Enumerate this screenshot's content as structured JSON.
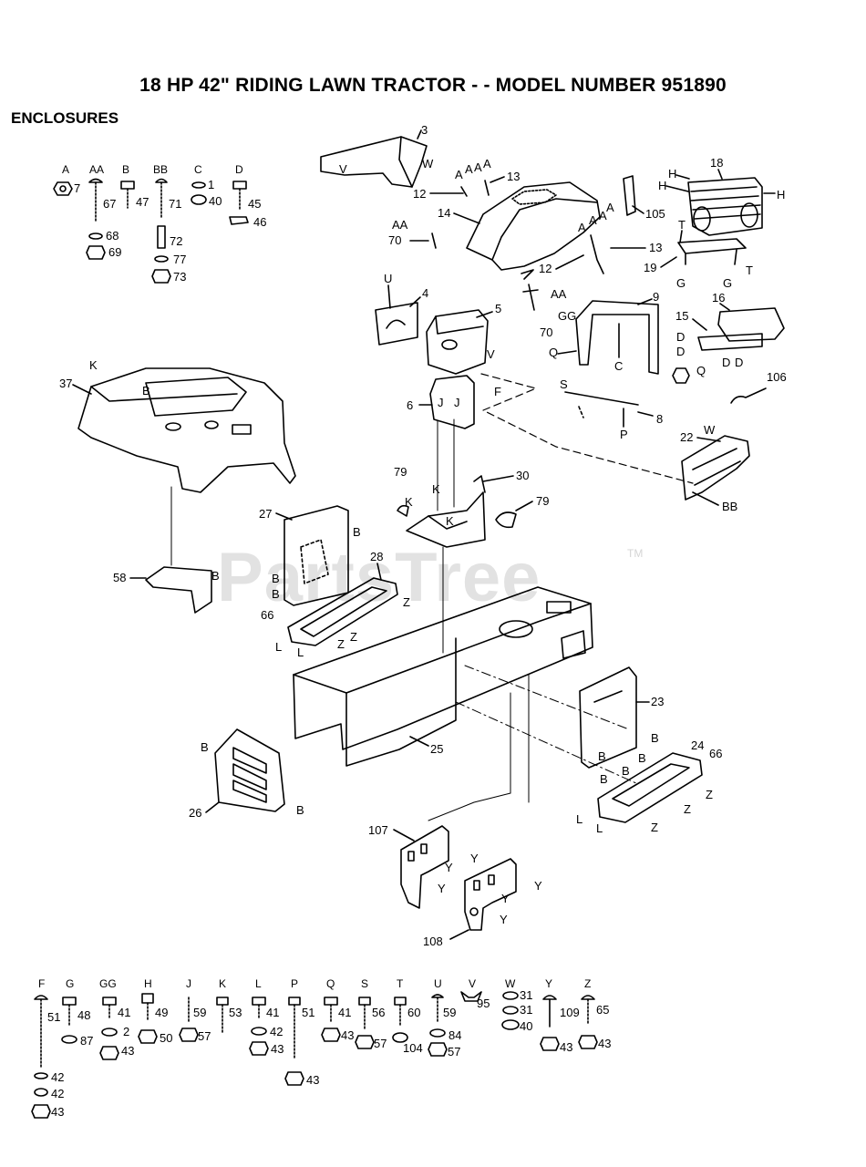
{
  "title": "18 HP 42\" RIDING LAWN TRACTOR - - MODEL NUMBER 951890",
  "subtitle": "ENCLOSURES",
  "watermark": "PartsTree",
  "watermark_mark": "TM",
  "top_hardware": [
    {
      "letter": "A",
      "parts": [
        "7"
      ]
    },
    {
      "letter": "AA",
      "parts": [
        "67",
        "68",
        "69"
      ]
    },
    {
      "letter": "B",
      "parts": [
        "47"
      ]
    },
    {
      "letter": "BB",
      "parts": [
        "71",
        "72",
        "77",
        "73"
      ]
    },
    {
      "letter": "C",
      "parts": [
        "1",
        "40"
      ]
    },
    {
      "letter": "D",
      "parts": [
        "45",
        "46"
      ]
    }
  ],
  "bottom_hardware": [
    {
      "letter": "F",
      "parts": [
        "51",
        "42",
        "42",
        "43"
      ]
    },
    {
      "letter": "G",
      "parts": [
        "48",
        "87"
      ]
    },
    {
      "letter": "GG",
      "parts": [
        "41",
        "2",
        "43"
      ]
    },
    {
      "letter": "H",
      "parts": [
        "49",
        "50"
      ]
    },
    {
      "letter": "J",
      "parts": [
        "59",
        "57"
      ]
    },
    {
      "letter": "K",
      "parts": [
        "53"
      ]
    },
    {
      "letter": "L",
      "parts": [
        "41",
        "42",
        "43"
      ]
    },
    {
      "letter": "P",
      "parts": [
        "51",
        "43"
      ]
    },
    {
      "letter": "Q",
      "parts": [
        "41",
        "43"
      ]
    },
    {
      "letter": "S",
      "parts": [
        "56",
        "57"
      ]
    },
    {
      "letter": "T",
      "parts": [
        "60",
        "104"
      ]
    },
    {
      "letter": "U",
      "parts": [
        "59",
        "84",
        "57"
      ]
    },
    {
      "letter": "V",
      "parts": [
        "95"
      ]
    },
    {
      "letter": "W",
      "parts": [
        "31",
        "31",
        "40"
      ]
    },
    {
      "letter": "Y",
      "parts": [
        "109",
        "43"
      ]
    },
    {
      "letter": "Z",
      "parts": [
        "65",
        "43"
      ]
    }
  ],
  "callouts": {
    "c3": "3",
    "cW1": "W",
    "cV1": "V",
    "c13a": "13",
    "c12a": "12",
    "c14": "14",
    "cAA1": "AA",
    "c70a": "70",
    "c13b": "13",
    "c12b": "12",
    "cAA2": "AA",
    "c70b": "70",
    "c105": "105",
    "c18": "18",
    "cH1": "H",
    "cH2": "H",
    "cH3": "H",
    "cT1": "T",
    "c19": "19",
    "cG1": "G",
    "cG2": "G",
    "cT2": "T",
    "cU1": "U",
    "c4": "4",
    "c5": "5",
    "cV2": "V",
    "c9": "9",
    "cGG": "GG",
    "cQ1": "Q",
    "cC": "C",
    "cQ2": "Q",
    "c16": "16",
    "c15": "15",
    "cD1": "D",
    "cD2": "D",
    "cD3": "D",
    "c106": "106",
    "c37": "37",
    "cK1": "K",
    "cB1": "B",
    "cF": "F",
    "cS": "S",
    "c8": "8",
    "cP": "P",
    "c6": "6",
    "cJ1": "J",
    "cJ2": "J",
    "c22": "22",
    "cW2": "W",
    "cBB": "BB",
    "c79a": "79",
    "cK2": "K",
    "cK3": "K",
    "cK4": "K",
    "c30": "30",
    "c79b": "79",
    "c27": "27",
    "cB2": "B",
    "cB3": "B",
    "c28": "28",
    "c58": "58",
    "cB4": "B",
    "cZ1": "Z",
    "c66a": "66",
    "cL1": "L",
    "cL2": "L",
    "cZ2": "Z",
    "c23": "23",
    "cB5": "B",
    "cB6": "B",
    "cB7": "B",
    "cB8": "B",
    "c25": "25",
    "c24": "24",
    "c66b": "66",
    "cZ3": "Z",
    "cZ4": "Z",
    "cZ5": "Z",
    "cL3": "L",
    "cL4": "L",
    "cB9": "B",
    "cB10": "B",
    "c26": "26",
    "c107": "107",
    "cY1": "Y",
    "cY2": "Y",
    "cY3": "Y",
    "c108": "108",
    "cY4": "Y",
    "cY5": "Y",
    "cY6": "Y"
  }
}
